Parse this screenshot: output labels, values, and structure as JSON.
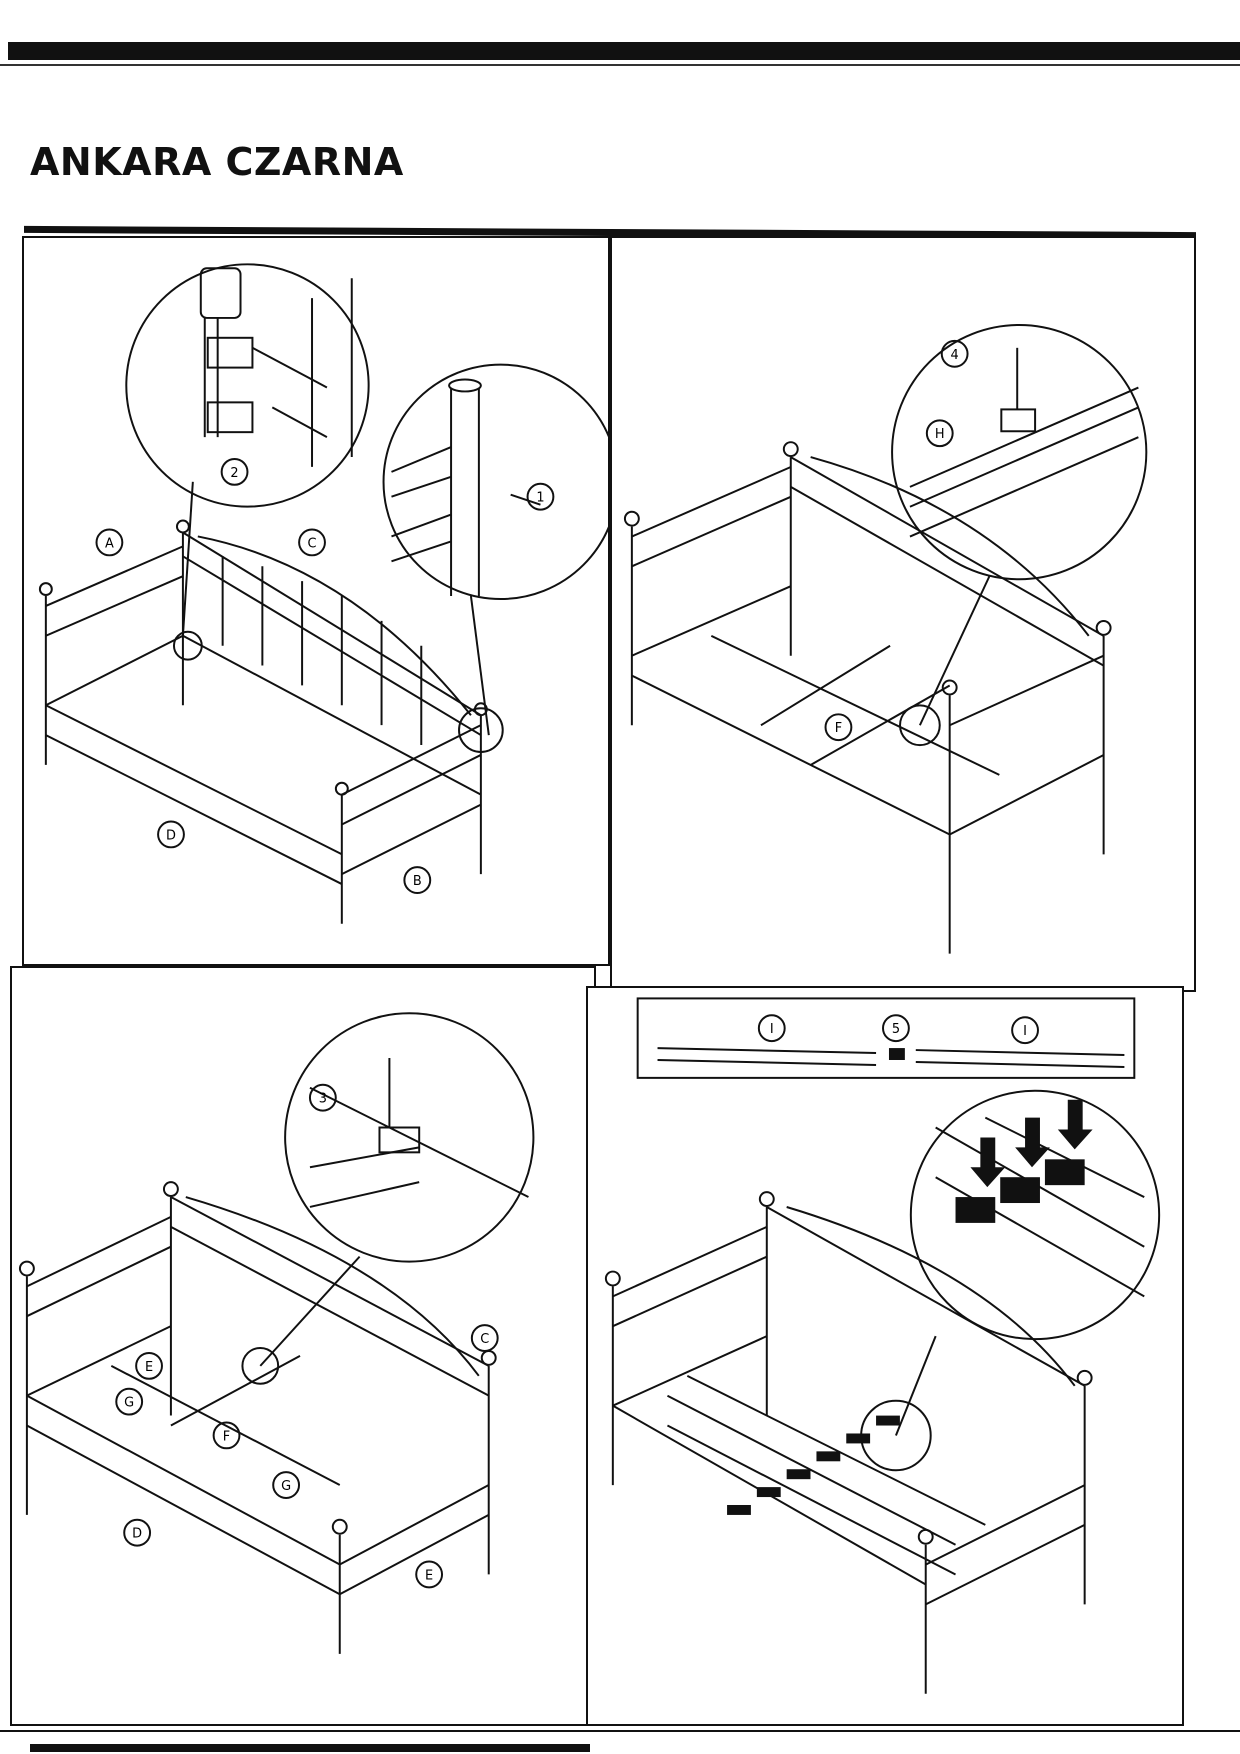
{
  "document": {
    "title": "ANKARA CZARNA"
  },
  "panels": [
    {
      "labels": {
        "A": "A",
        "B": "B",
        "C": "C",
        "D": "D",
        "n1": "1",
        "n2": "2"
      }
    },
    {
      "labels": {
        "F": "F",
        "H": "H",
        "n4": "4"
      }
    },
    {
      "labels": {
        "C": "C",
        "D": "D",
        "E1": "E",
        "E2": "E",
        "F": "F",
        "G1": "G",
        "G2": "G",
        "n3": "3"
      }
    },
    {
      "labels": {
        "I1": "I",
        "I2": "I",
        "n5": "5"
      }
    }
  ]
}
